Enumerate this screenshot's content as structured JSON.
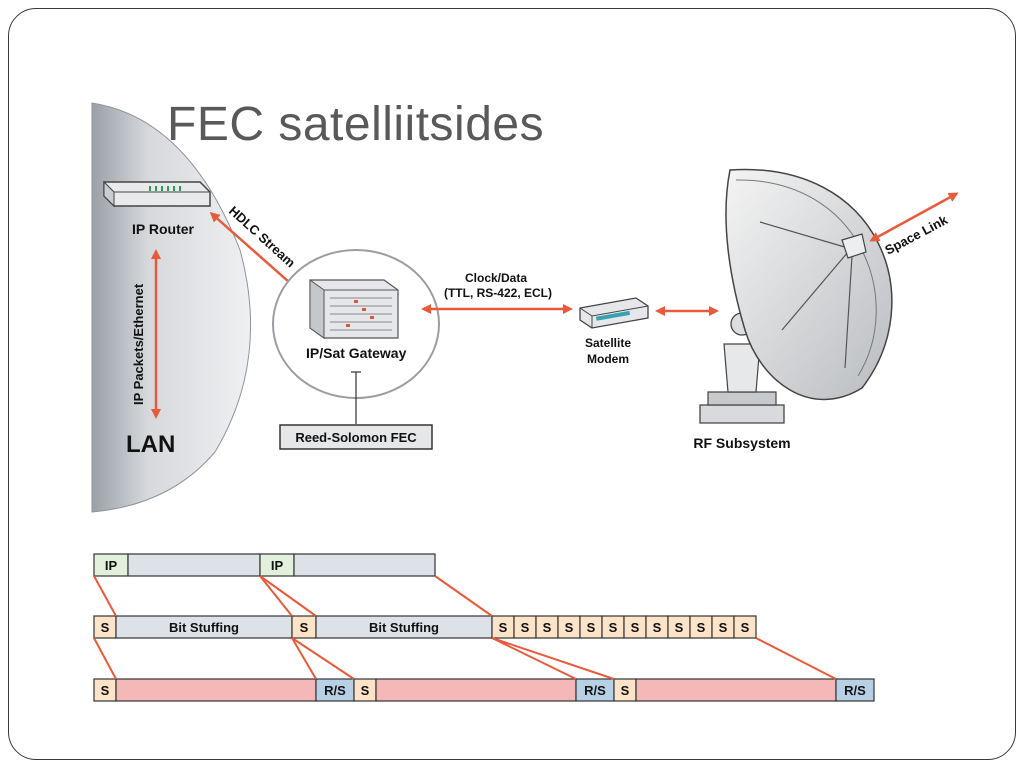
{
  "slide": {
    "title": "FEC satelliitsides"
  },
  "diagram": {
    "ip_router": "IP Router",
    "ip_packets": "IP Packets/Ethernet",
    "lan": "LAN",
    "hdlc_stream": "HDLC Stream",
    "gateway": "IP/Sat Gateway",
    "reed_solomon": "Reed-Solomon FEC",
    "clock_data": "Clock/Data",
    "clock_data_sub": "(TTL, RS-422, ECL)",
    "satellite_modem_1": "Satellite",
    "satellite_modem_2": "Modem",
    "rf_subsystem": "RF Subsystem",
    "space_link": "Space Link",
    "colors": {
      "arrow": "#e85a3a",
      "ip_cell": "#e3f0dc",
      "payload_cell": "#dde1e8",
      "stuff_cell": "#fde3c8",
      "fec_block": "#f5b8b8",
      "rs_cell": "#b8d0e6"
    }
  },
  "frames": {
    "row1": {
      "ip_label": "IP"
    },
    "row2": {
      "s_label": "S",
      "bit_stuffing": "Bit Stuffing",
      "s_cells_count": 12
    },
    "row3": {
      "s_label": "S",
      "rs_label": "R/S"
    }
  }
}
